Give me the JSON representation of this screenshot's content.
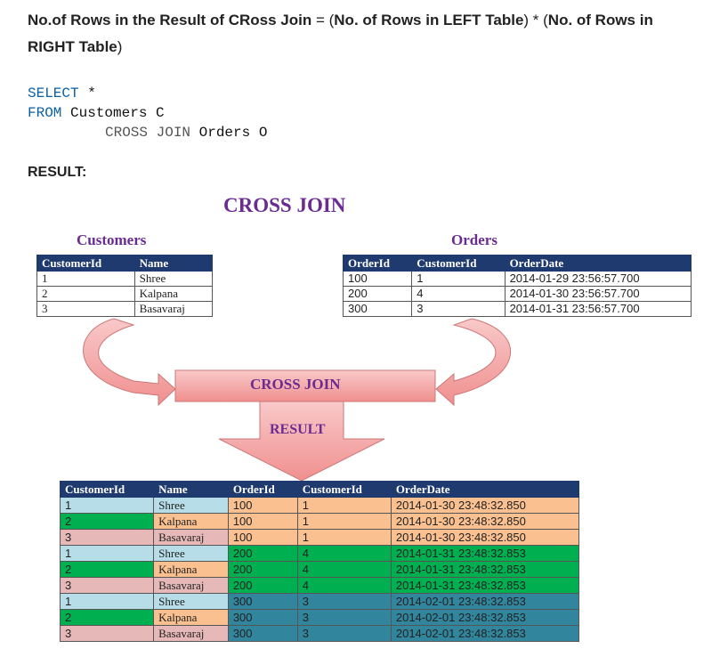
{
  "heading": {
    "part1": "No.of Rows in the Result of CRoss Join",
    "eq": " = (",
    "part2": "No. of Rows in LEFT Table",
    "mid": ") * (",
    "part3": "No. of Rows in RIGHT Table",
    "close": ")"
  },
  "sql": {
    "line1_kw": "SELECT",
    "line1_rest": " *",
    "line2_kw": "FROM",
    "line2_rest": " Customers C",
    "line3_kw": "CROSS JOIN",
    "line3_rest": " Orders O"
  },
  "result_label": "RESULT:",
  "diagram": {
    "title": "CROSS JOIN",
    "box_label": "CROSS JOIN",
    "arrow_label": "RESULT",
    "colors": {
      "title": "#6a2c91",
      "header_bg": "#1f3a6e",
      "arrow_fill": "#f4a0a0",
      "row_blue": "#b6dde8",
      "row_pink": "#e6b9b8",
      "row_orange": "#fac090",
      "row_green": "#00b050",
      "row_teal": "#31859c"
    }
  },
  "customers": {
    "title": "Customers",
    "headers": [
      "CustomerId",
      "Name"
    ],
    "rows": [
      [
        "1",
        "Shree"
      ],
      [
        "2",
        "Kalpana"
      ],
      [
        "3",
        "Basavaraj"
      ]
    ]
  },
  "orders": {
    "title": "Orders",
    "headers": [
      "OrderId",
      "CustomerId",
      "OrderDate"
    ],
    "rows": [
      [
        "100",
        "1",
        "2014-01-29 23:56:57.700"
      ],
      [
        "200",
        "4",
        "2014-01-30 23:56:57.700"
      ],
      [
        "300",
        "3",
        "2014-01-31 23:56:57.700"
      ]
    ]
  },
  "result": {
    "headers": [
      "CustomerId",
      "Name",
      "OrderId",
      "CustomerId",
      "OrderDate"
    ],
    "rows": [
      [
        "1",
        "Shree",
        "100",
        "1",
        "2014-01-30 23:48:32.850"
      ],
      [
        "2",
        "Kalpana",
        "100",
        "1",
        "2014-01-30 23:48:32.850"
      ],
      [
        "3",
        "Basavaraj",
        "100",
        "1",
        "2014-01-30 23:48:32.850"
      ],
      [
        "1",
        "Shree",
        "200",
        "4",
        "2014-01-31 23:48:32.853"
      ],
      [
        "2",
        "Kalpana",
        "200",
        "4",
        "2014-01-31 23:48:32.853"
      ],
      [
        "3",
        "Basavaraj",
        "200",
        "4",
        "2014-01-31 23:48:32.853"
      ],
      [
        "1",
        "Shree",
        "300",
        "3",
        "2014-02-01 23:48:32.853"
      ],
      [
        "2",
        "Kalpana",
        "300",
        "3",
        "2014-02-01 23:48:32.853"
      ],
      [
        "3",
        "Basavaraj",
        "300",
        "3",
        "2014-02-01 23:48:32.853"
      ]
    ]
  }
}
